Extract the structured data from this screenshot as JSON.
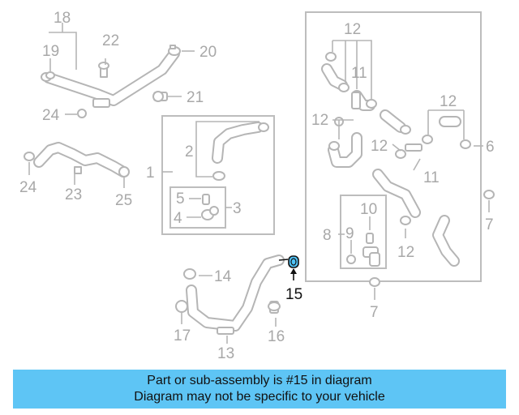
{
  "callouts": {
    "c1": "1",
    "c2": "2",
    "c3": "3",
    "c4": "4",
    "c5": "5",
    "c6": "6",
    "c7a": "7",
    "c7b": "7",
    "c8": "8",
    "c9": "9",
    "c10": "10",
    "c11a": "11",
    "c11b": "11",
    "c12a": "12",
    "c12b": "12",
    "c12c": "12",
    "c12d": "12",
    "c12e": "12",
    "c13": "13",
    "c14": "14",
    "c15": "15",
    "c16": "16",
    "c17": "17",
    "c18": "18",
    "c19": "19",
    "c20": "20",
    "c21": "21",
    "c22": "22",
    "c23": "23",
    "c24a": "24",
    "c24b": "24",
    "c25": "25"
  },
  "highlight_color": "#4fc3f7",
  "banner": {
    "line1": "Part or sub-assembly is #15 in diagram",
    "line2": "Diagram may not be specific to your vehicle",
    "background": "#5ec5f5"
  }
}
